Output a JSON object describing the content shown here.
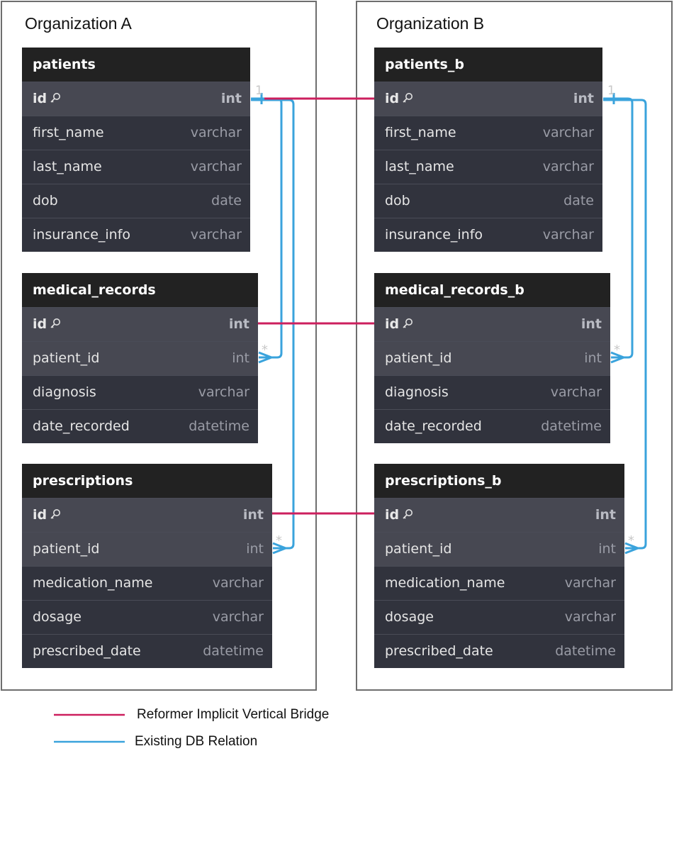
{
  "groups": {
    "org_a": "Organization A",
    "org_b": "Organization B"
  },
  "tables": {
    "patients": {
      "name": "patients",
      "columns": [
        {
          "name": "id",
          "type": "int"
        },
        {
          "name": "first_name",
          "type": "varchar"
        },
        {
          "name": "last_name",
          "type": "varchar"
        },
        {
          "name": "dob",
          "type": "date"
        },
        {
          "name": "insurance_info",
          "type": "varchar"
        }
      ]
    },
    "medical_records": {
      "name": "medical_records",
      "columns": [
        {
          "name": "id",
          "type": "int"
        },
        {
          "name": "patient_id",
          "type": "int"
        },
        {
          "name": "diagnosis",
          "type": "varchar"
        },
        {
          "name": "date_recorded",
          "type": "datetime"
        }
      ]
    },
    "prescriptions": {
      "name": "prescriptions",
      "columns": [
        {
          "name": "id",
          "type": "int"
        },
        {
          "name": "patient_id",
          "type": "int"
        },
        {
          "name": "medication_name",
          "type": "varchar"
        },
        {
          "name": "dosage",
          "type": "varchar"
        },
        {
          "name": "prescribed_date",
          "type": "datetime"
        }
      ]
    },
    "patients_b": {
      "name": "patients_b",
      "columns": [
        {
          "name": "id",
          "type": "int"
        },
        {
          "name": "first_name",
          "type": "varchar"
        },
        {
          "name": "last_name",
          "type": "varchar"
        },
        {
          "name": "dob",
          "type": "date"
        },
        {
          "name": "insurance_info",
          "type": "varchar"
        }
      ]
    },
    "medical_records_b": {
      "name": "medical_records_b",
      "columns": [
        {
          "name": "id",
          "type": "int"
        },
        {
          "name": "patient_id",
          "type": "int"
        },
        {
          "name": "diagnosis",
          "type": "varchar"
        },
        {
          "name": "date_recorded",
          "type": "datetime"
        }
      ]
    },
    "prescriptions_b": {
      "name": "prescriptions_b",
      "columns": [
        {
          "name": "id",
          "type": "int"
        },
        {
          "name": "patient_id",
          "type": "int"
        },
        {
          "name": "medication_name",
          "type": "varchar"
        },
        {
          "name": "dosage",
          "type": "varchar"
        },
        {
          "name": "prescribed_date",
          "type": "datetime"
        }
      ]
    }
  },
  "cardinality": {
    "one": "1",
    "many": "*"
  },
  "legend": {
    "bridge": {
      "label": "Reformer Implicit Vertical Bridge",
      "color": "#cc1f5e"
    },
    "relation": {
      "label": "Existing DB Relation",
      "color": "#3aa3dc"
    }
  }
}
